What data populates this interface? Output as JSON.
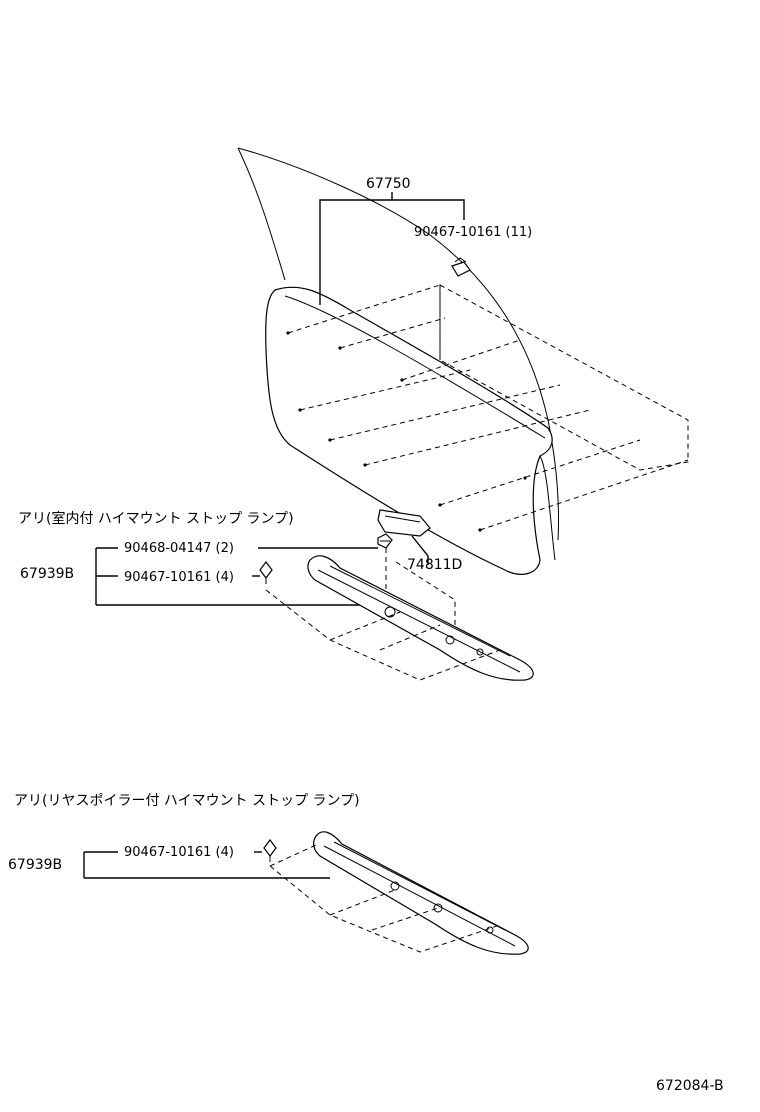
{
  "labels": {
    "part_67750": "67750",
    "clip_top": "90467-10161 (11)",
    "lamp_74811d": "74811D",
    "note_upper": "アリ(室内付 ハイマウント ストップ ランプ)",
    "part_67939b_upper": "67939B",
    "screw_upper": "90468-04147 (2)",
    "clip_upper": "90467-10161 (4)",
    "note_lower": "アリ(リヤスポイラー付 ハイマウント ストップ ランプ)",
    "part_67939b_lower": "67939B",
    "clip_lower": "90467-10161 (4)",
    "drawing_number": "672084-B"
  }
}
